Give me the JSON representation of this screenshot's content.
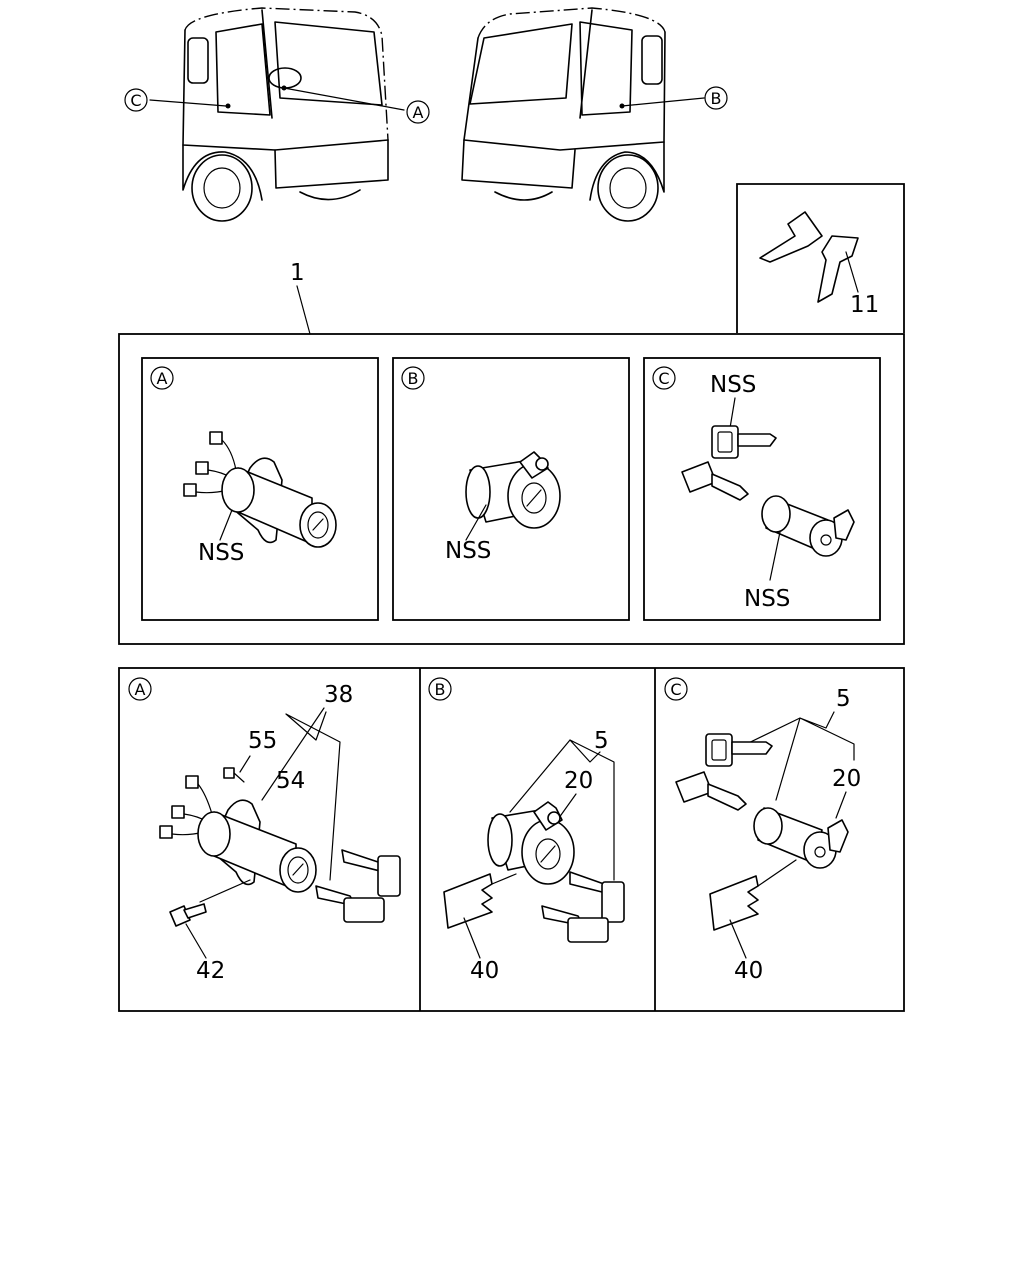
{
  "callouts": {
    "view_a": "A",
    "view_b": "B",
    "view_c": "C"
  },
  "part_numbers": {
    "lock_kit": "1",
    "key_blank": "11",
    "lock_set_38": "38",
    "screw_55": "55",
    "cylinder_54": "54",
    "bolt_42": "42",
    "lock_set_5_b": "5",
    "spring_20_b": "20",
    "retainer_40_b": "40",
    "lock_set_5_c": "5",
    "spring_20_c": "20",
    "retainer_40_c": "40"
  },
  "notes": {
    "nss_a": "NSS",
    "nss_b": "NSS",
    "nss_c_keys": "NSS",
    "nss_c_lock": "NSS"
  }
}
